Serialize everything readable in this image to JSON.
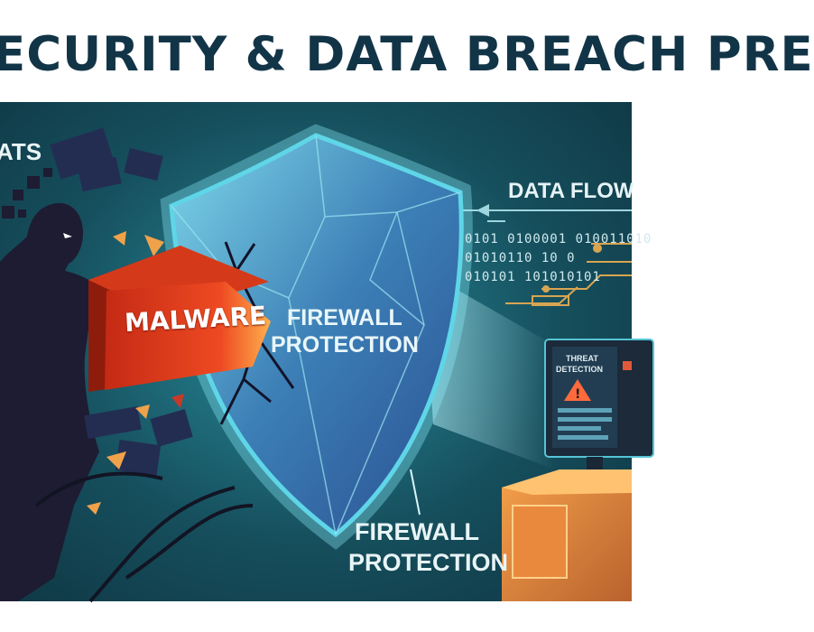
{
  "title": "ECURITY & DATA BREACH PRE",
  "labels": {
    "threats": "ATS",
    "data_flow": "DATA FLOW",
    "malware": "MALWARE",
    "firewall_shield": [
      "FIREWALL",
      "PROTECTION"
    ],
    "firewall_caption": [
      "FIREWALL",
      "PROTECTION"
    ],
    "threat_detection": [
      "THREAT",
      "DETECTION"
    ],
    "binary_stream": [
      "0101 0100001 010011010",
      "01010110 10 0",
      "010101 101010101"
    ]
  },
  "colors": {
    "title": "#123447",
    "background_dark": "#0f3542",
    "background_glow": "#2f8f9c",
    "malware_red": "#e0391f",
    "shield_cyan": "#5fd6e8",
    "accent_orange": "#f0a24a"
  },
  "icons": [
    "hacker-silhouette",
    "malware-block",
    "firewall-shield",
    "computer-monitor",
    "warning-triangle-icon"
  ]
}
